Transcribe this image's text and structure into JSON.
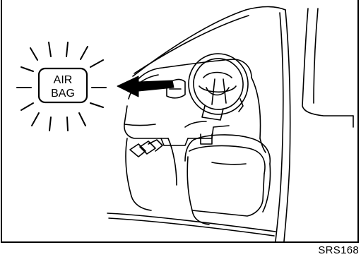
{
  "warning_lamp": {
    "line1": "AIR",
    "line2": "BAG",
    "icon": "airbag-warning-light-icon"
  },
  "figure_code": "SRS168",
  "colors": {
    "ink": "#000000",
    "paper": "#ffffff"
  }
}
